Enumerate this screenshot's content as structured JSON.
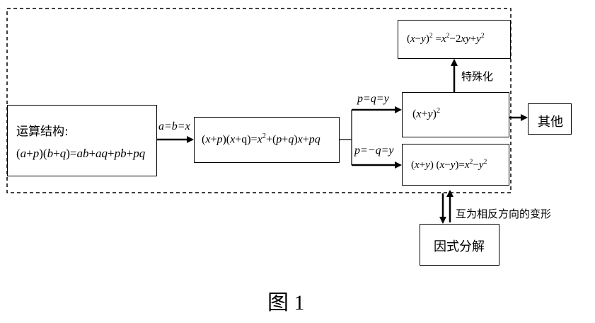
{
  "nodes": {
    "structure": {
      "title": "运算结构:",
      "formula_parts": [
        "(",
        "a",
        "+",
        "p",
        ")(",
        "b",
        "+",
        "q",
        ")=",
        "ab",
        "+",
        "aq",
        "+",
        "pb",
        "+",
        "pq"
      ]
    },
    "expanded": {
      "formula_parts": [
        "(",
        "x",
        "+",
        "p",
        ")(",
        "x",
        "+",
        "q",
        ")=",
        "x",
        "2",
        "+(",
        "p",
        "+",
        "q",
        ")",
        "x",
        "+",
        "pq"
      ]
    },
    "square": {
      "formula_parts": [
        "(",
        "x",
        "+",
        "y",
        ")",
        "2"
      ]
    },
    "diff_squares": {
      "formula_parts": [
        "(",
        "x",
        "+",
        "y",
        ") (",
        "x",
        "−",
        "y",
        ")=",
        "x",
        "2",
        "−",
        "y",
        "2"
      ]
    },
    "special": {
      "formula_parts": [
        "(",
        "x",
        "−",
        "y",
        ")",
        "2",
        " =",
        "x",
        "2",
        "−2",
        "xy",
        "+",
        "y",
        "2"
      ]
    },
    "other": {
      "label": "其他"
    },
    "factorization": {
      "label": "因式分解"
    }
  },
  "edges": {
    "a_eq_b": "a=b=x",
    "p_eq_q": "p=q=y",
    "p_eq_neg_q": "p=−q=y",
    "specialize": "特殊化",
    "inverse": "互为相反方向的变形"
  },
  "caption": "图 1"
}
